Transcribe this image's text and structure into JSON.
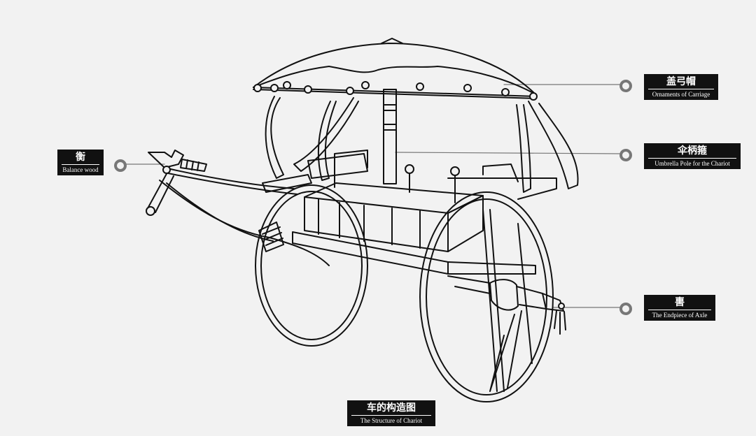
{
  "labels": {
    "ornaments": {
      "zh": "盖弓帽",
      "en": "Ornaments of Carriage"
    },
    "umbrella_pole": {
      "zh": "伞柄箍",
      "en": "Umbrella Pole for the Chariot"
    },
    "balance_wood": {
      "zh": "衡",
      "en": "Balance wood"
    },
    "axle_endpiece": {
      "zh": "軎",
      "en": "The Endpiece of Axle"
    },
    "title": {
      "zh": "车的构造图",
      "en": "The Structure of Chariot"
    }
  },
  "colors": {
    "background": "#f2f2f2",
    "ink": "#111111",
    "leader": "#777777",
    "label_bg": "#111111",
    "label_text": "#ffffff"
  }
}
